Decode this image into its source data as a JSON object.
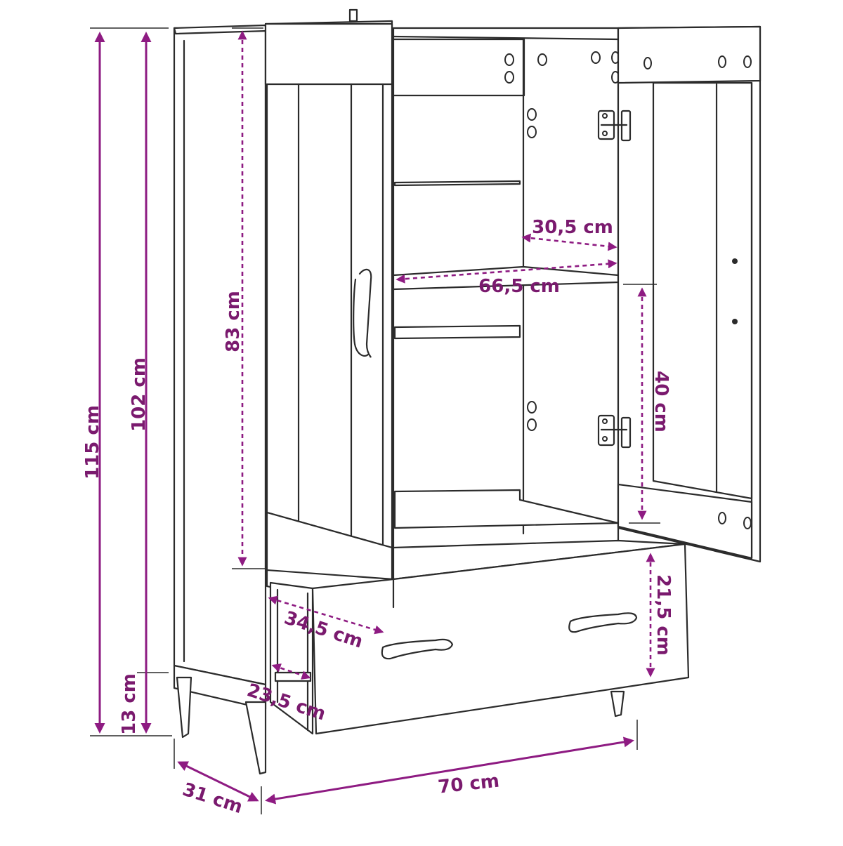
{
  "dimensions": {
    "total_height": "115 cm",
    "body_height": "102 cm",
    "leg_height": "13 cm",
    "door_height": "83 cm",
    "depth": "31 cm",
    "width": "70 cm",
    "shelf_depth": "30,5 cm",
    "inner_width": "66,5 cm",
    "shelf_clearance": "40 cm",
    "drawer_height": "21,5 cm",
    "drawer_depth": "34,5 cm",
    "drawer_inner": "23,5 cm"
  },
  "colors": {
    "dimension": "#8e1b82",
    "outline": "#2b2b2b",
    "background": "#ffffff"
  }
}
